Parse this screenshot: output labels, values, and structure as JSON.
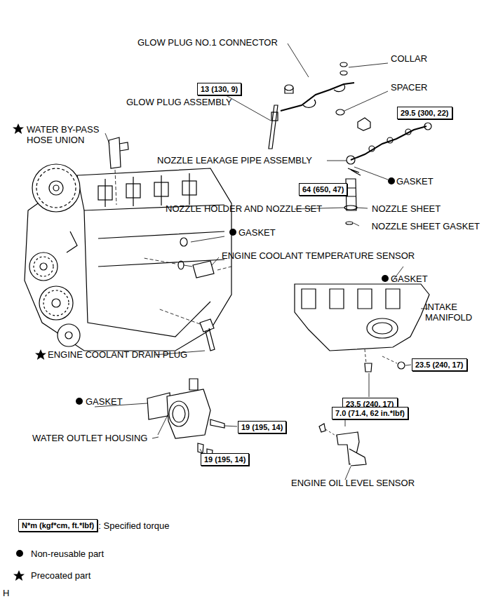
{
  "diagram": {
    "nodes": [
      {
        "text": [
          "13 (130, 9)"
        ]
      },
      {
        "text": [
          "29.5 (300, 22)"
        ]
      },
      {
        "text": [
          "64 (650, 47)"
        ]
      },
      {
        "text": [
          "23.5 (240, 17)"
        ]
      },
      {
        "text": [
          "23.5 (240, 17)"
        ]
      },
      {
        "text": [
          "7.0 (71.4, 62 in.*lbf)"
        ]
      },
      {
        "text": [
          "19 (195, 14)"
        ]
      },
      {
        "text": [
          "19 (195, 14)"
        ]
      },
      {
        "text": [
          "N*m (kgf*cm, ft.*lbf)"
        ]
      }
    ],
    "labels": [
      "GLOW PLUG NO.1 CONNECTOR",
      "COLLAR",
      "SPACER",
      "GLOW PLUG ASSEMBLY",
      "WATER BY-PASS HOSE UNION",
      "NOZZLE LEAKAGE PIPE ASSEMBLY",
      "GASKET",
      "NOZZLE HOLDER AND NOZZLE SET",
      "NOZZLE SHEET",
      "NOZZLE SHEET GASKET",
      "GASKET",
      "ENGINE COOLANT TEMPERATURE SENSOR",
      "GASKET",
      "INTAKE MANIFOLD",
      "ENGINE COOLANT DRAIN PLUG",
      "GASKET",
      "WATER OUTLET HOUSING",
      "ENGINE OIL LEVEL SENSOR",
      "H"
    ],
    "legend": [
      {
        "text": ": Specified torque"
      },
      {
        "text": "Non-reusable part"
      },
      {
        "text": "Precoated part"
      }
    ]
  }
}
